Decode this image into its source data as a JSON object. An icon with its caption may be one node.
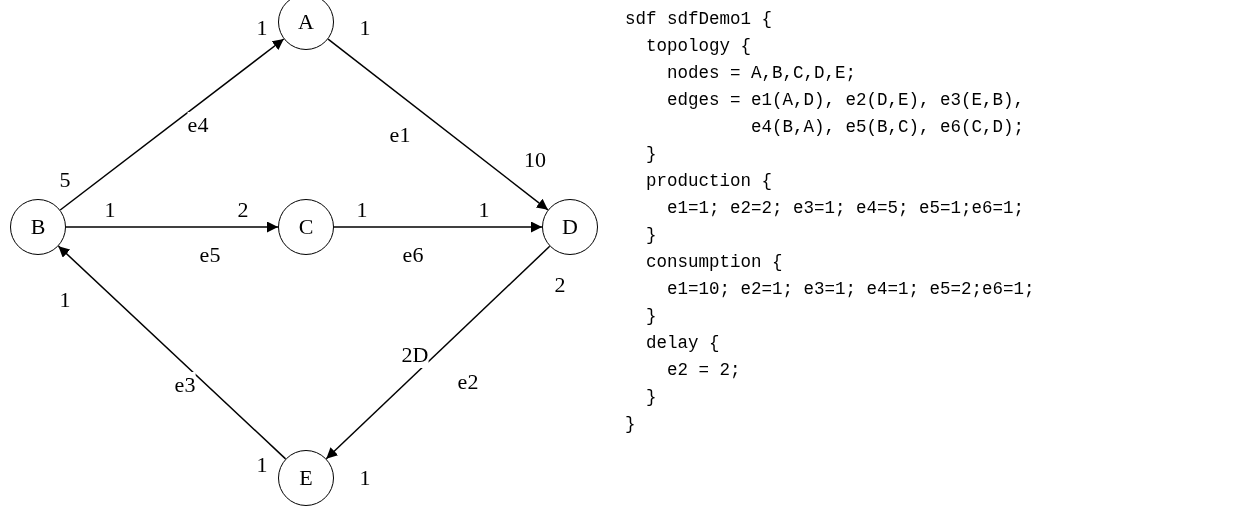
{
  "diagram": {
    "nodes": [
      {
        "text": [
          "A"
        ]
      },
      {
        "text": [
          "B"
        ]
      },
      {
        "text": [
          "C"
        ]
      },
      {
        "text": [
          "D"
        ]
      },
      {
        "text": [
          "E"
        ]
      }
    ],
    "edges": [
      {
        "from": 1,
        "to": 0,
        "arrow": "to",
        "label": "e4"
      },
      {
        "from": 0,
        "to": 3,
        "arrow": "to",
        "label": "e1"
      },
      {
        "from": 1,
        "to": 2,
        "arrow": "to",
        "label": "e5"
      },
      {
        "from": 2,
        "to": 3,
        "arrow": "to",
        "label": "e6"
      },
      {
        "from": 3,
        "to": 4,
        "arrow": "to",
        "label": "e2"
      },
      {
        "from": 4,
        "to": 1,
        "arrow": "to",
        "label": "e3"
      }
    ],
    "labels": [
      "1",
      "1",
      "10",
      "5",
      "1",
      "2",
      "1",
      "1",
      "2",
      "1",
      "2D",
      "1",
      "1",
      "sdf sdfDemo1 {",
      "  topology {",
      "    nodes = A,B,C,D,E;",
      "    edges = e1(A,D), e2(D,E), e3(E,B),",
      "            e4(B,A), e5(B,C), e6(C,D);",
      "  }",
      "  production {",
      "    e1=1; e2=2; e3=1; e4=5; e5=1;e6=1;",
      "  }",
      "  consumption {",
      "    e1=10; e2=1; e3=1; e4=1; e5=2;e6=1;",
      "  }",
      "  delay {",
      "    e2 = 2;",
      "  }",
      "}"
    ]
  }
}
